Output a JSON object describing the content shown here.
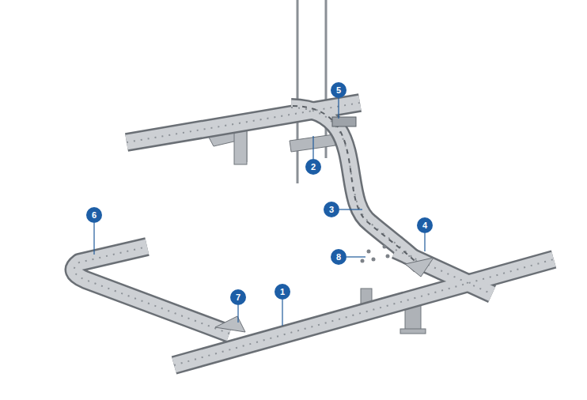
{
  "diagram": {
    "labels": [
      "5",
      "2",
      "3",
      "6",
      "4",
      "8",
      "1",
      "7"
    ]
  }
}
